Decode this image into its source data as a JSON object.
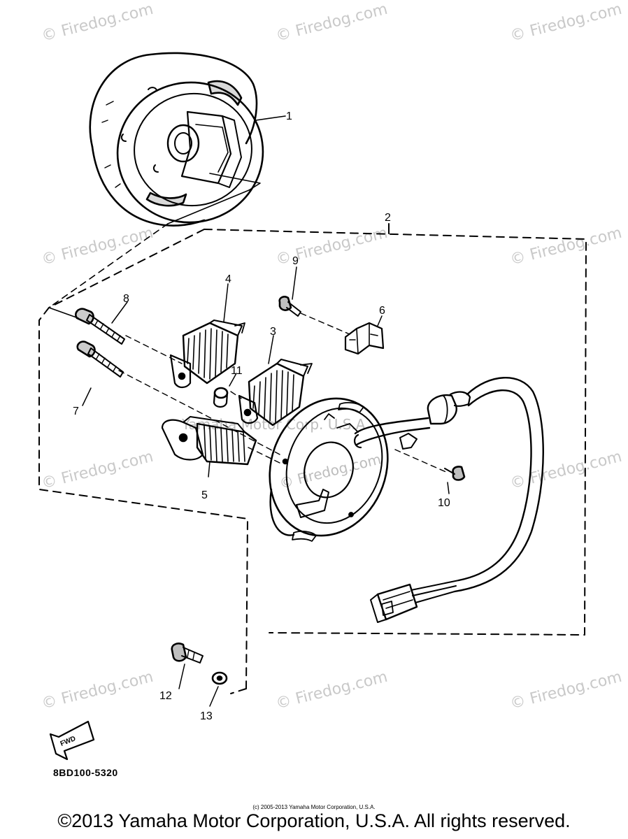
{
  "watermark": "© Firedog.com",
  "center_watermark": "Yamaha Motor Corp. U.S.A",
  "center_watermark_2": "© Firedog.com",
  "part_labels": {
    "p1": "1",
    "p2": "2",
    "p3": "3",
    "p4": "4",
    "p5": "5",
    "p6": "6",
    "p7": "7",
    "p8": "8",
    "p9": "9",
    "p10": "10",
    "p11": "11",
    "p12": "12",
    "p13": "13"
  },
  "fwd_label": "FWD",
  "part_code": "8BD100-5320",
  "small_copyright": "(c) 2005-2013 Yamaha Motor Corporation, U.S.A.",
  "copyright": "©2013 Yamaha Motor Corporation, U.S.A. All rights reserved."
}
